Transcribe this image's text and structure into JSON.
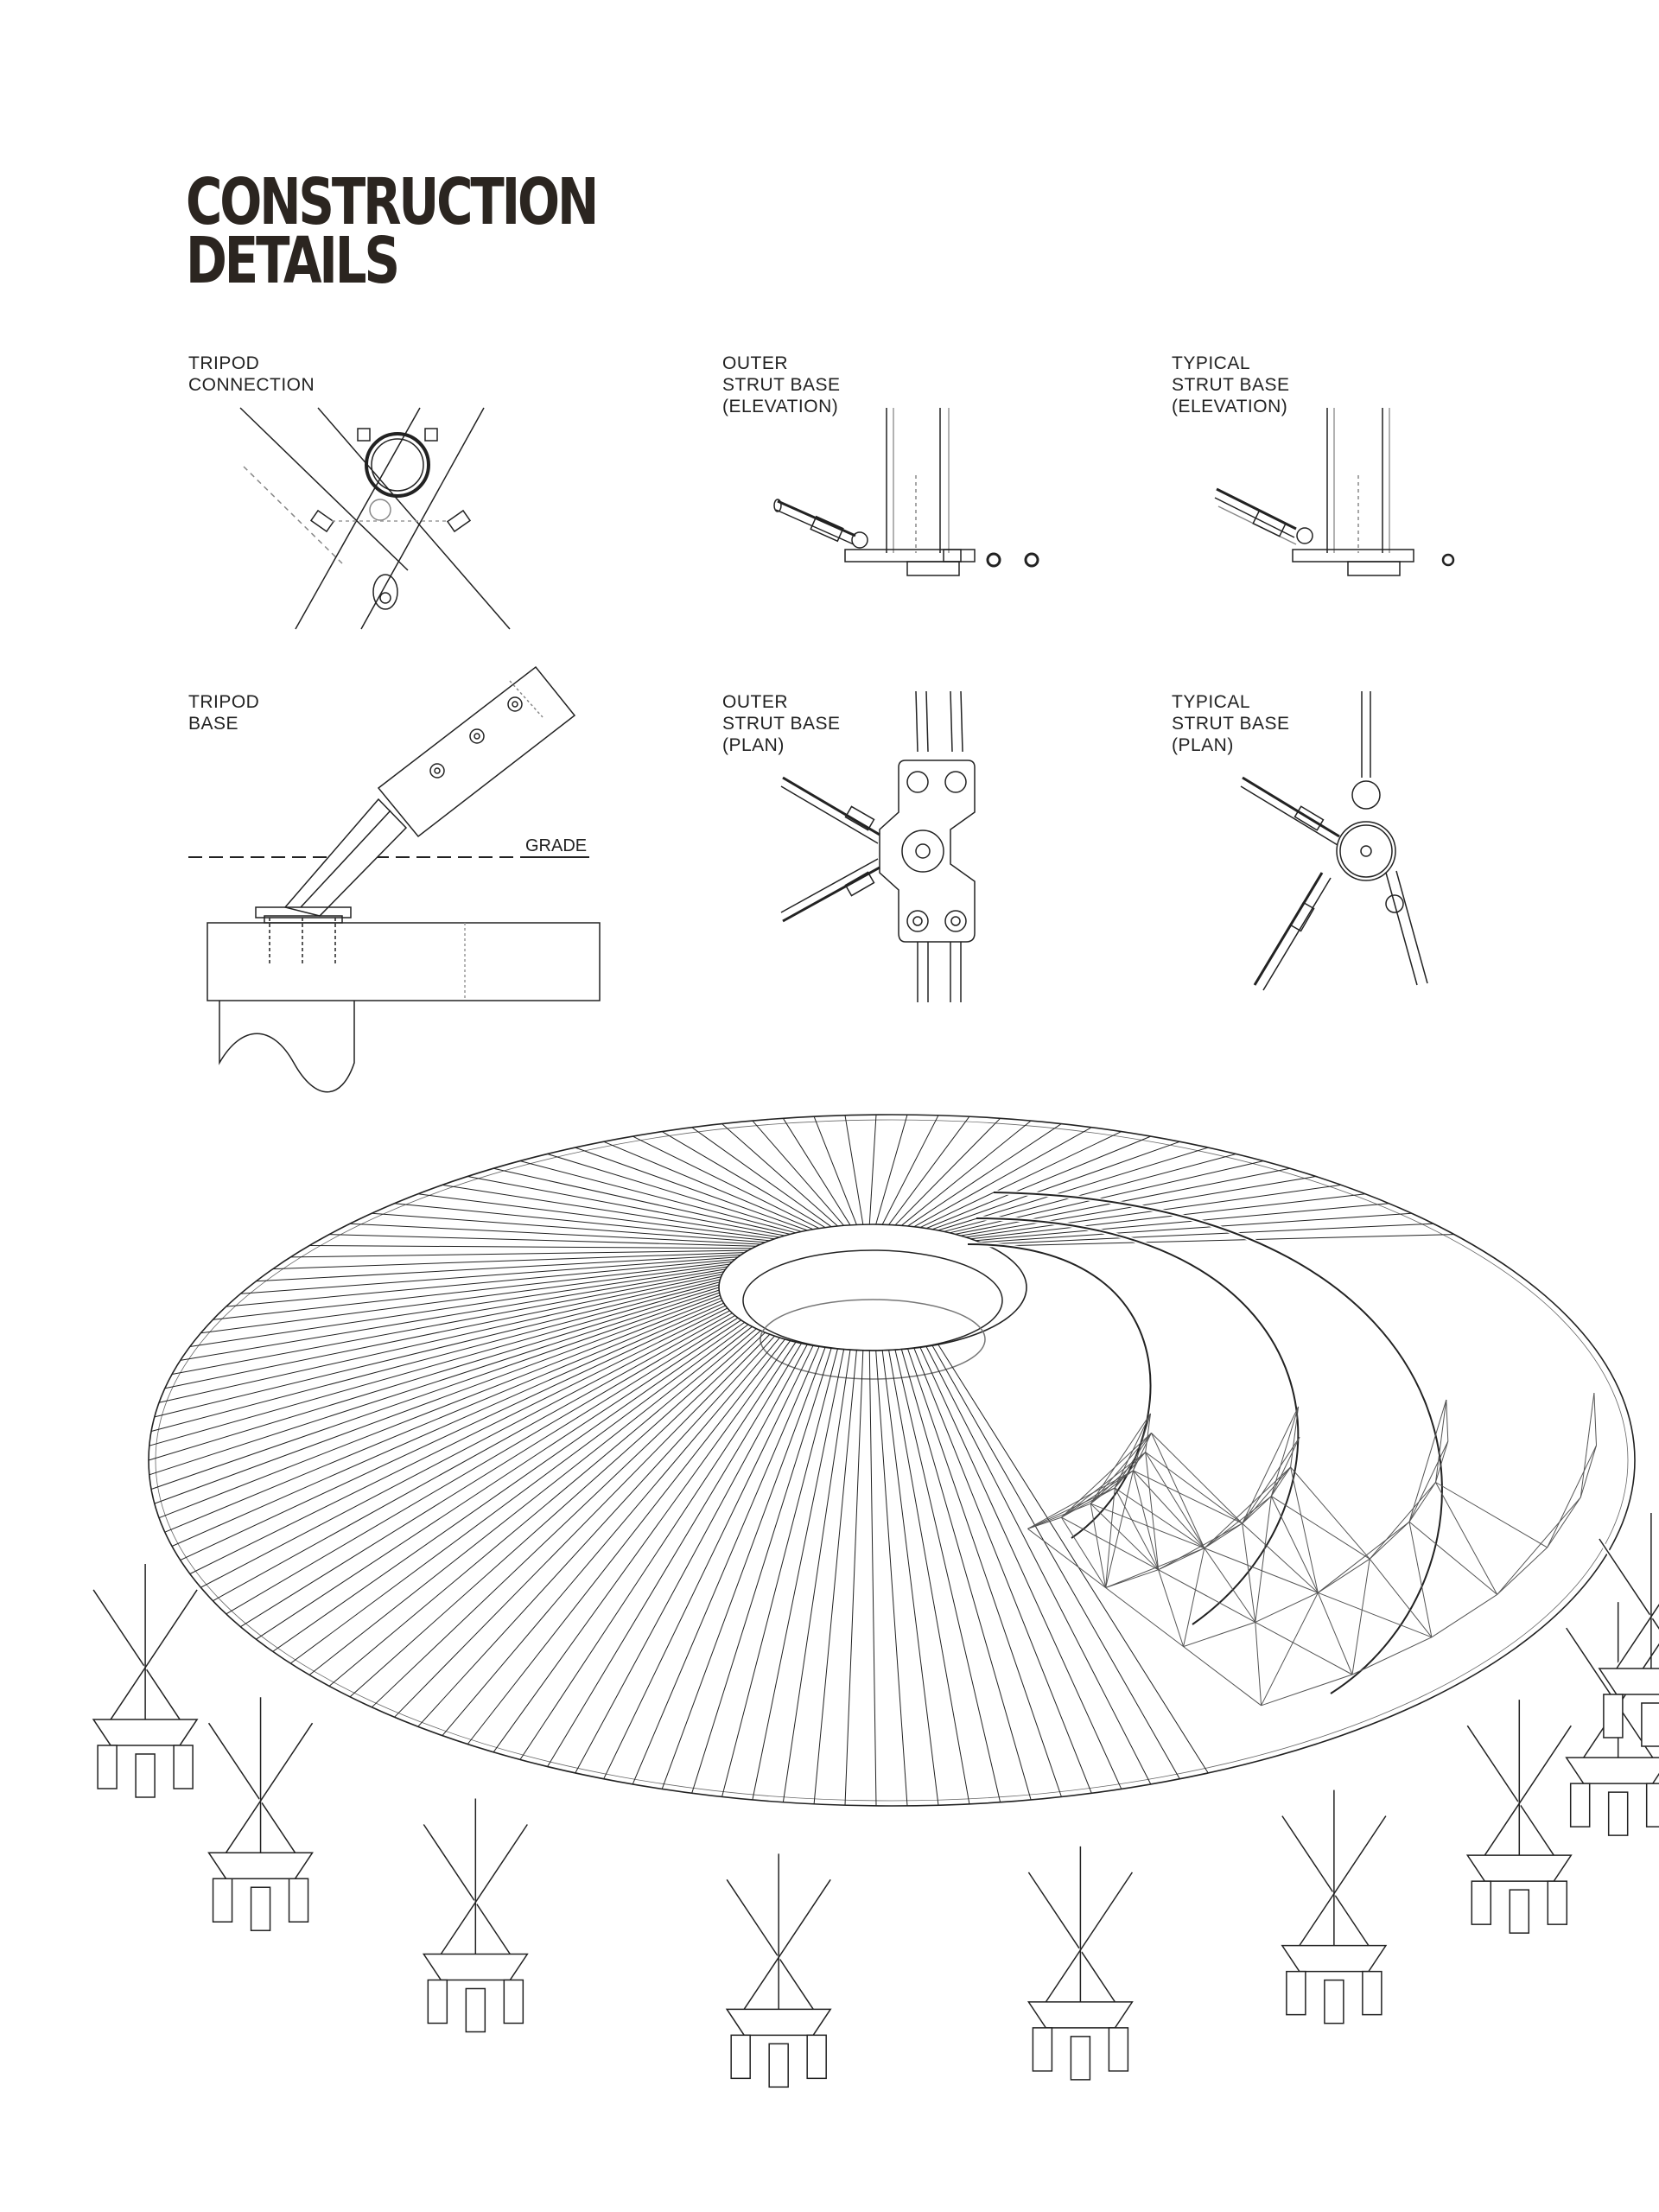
{
  "title": {
    "line1": "CONSTRUCTION",
    "line2": "DETAILS"
  },
  "details": {
    "tripod_connection": {
      "line1": "TRIPOD",
      "line2": "CONNECTION"
    },
    "outer_strut_elev": {
      "line1": "OUTER",
      "line2": "STRUT BASE",
      "line3": "(ELEVATION)"
    },
    "typical_strut_elev": {
      "line1": "TYPICAL",
      "line2": "STRUT BASE",
      "line3": "(ELEVATION)"
    },
    "tripod_base": {
      "line1": "TRIPOD",
      "line2": "BASE",
      "grade": "GRADE"
    },
    "outer_strut_plan": {
      "line1": "OUTER",
      "line2": "STRUT BASE",
      "line3": "(PLAN)"
    },
    "typical_strut_plan": {
      "line1": "TYPICAL",
      "line2": "STRUT BASE",
      "line3": "(PLAN)"
    }
  },
  "colors": {
    "ink": "#222222",
    "title": "#2b2520",
    "background": "#ffffff"
  }
}
